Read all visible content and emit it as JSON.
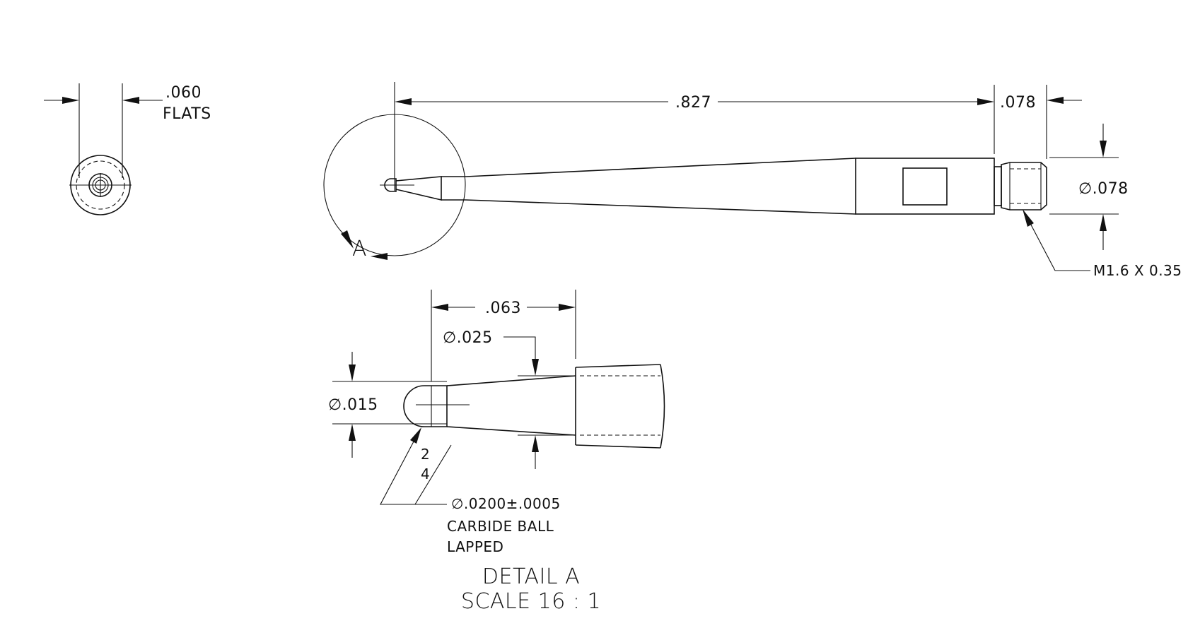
{
  "end_view": {
    "flats_value": ".060",
    "flats_label": "FLATS"
  },
  "main_view": {
    "length_dim": ".827",
    "thread_length_dim": ".078",
    "thread_diameter_dim": "∅.078",
    "thread_callout": "M1.6 X 0.35",
    "detail_marker": "A"
  },
  "detail_view": {
    "length_dim": ".063",
    "tip_diameter_dim": "∅.025",
    "neck_diameter_dim": "∅.015",
    "finish_top": "2",
    "finish_bottom": "4",
    "ball_note_line1": "∅.0200±.0005",
    "ball_note_line2": "CARBIDE BALL",
    "ball_note_line3": "LAPPED",
    "title": "DETAIL A",
    "scale": "SCALE 16 : 1"
  }
}
